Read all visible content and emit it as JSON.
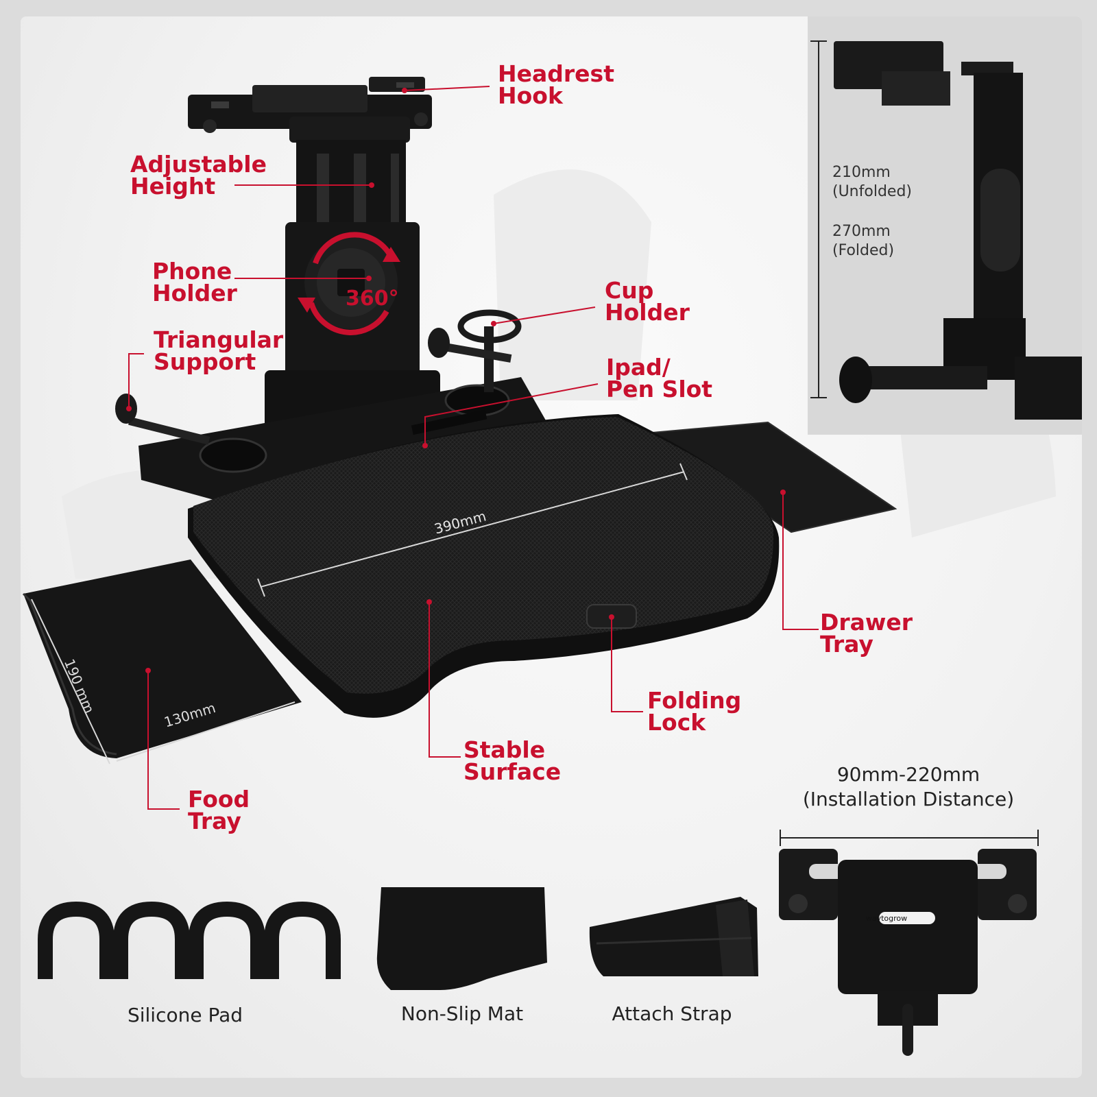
{
  "callouts": {
    "headrest_hook": [
      "Headrest",
      "Hook"
    ],
    "adjustable_height": [
      "Adjustable",
      "Height"
    ],
    "phone_holder": [
      "Phone",
      "Holder"
    ],
    "cup_holder": [
      "Cup",
      "Holder"
    ],
    "triangular_support": [
      "Triangular",
      "Support"
    ],
    "ipad_pen_slot": [
      "Ipad/",
      "Pen Slot"
    ],
    "drawer_tray": [
      "Drawer",
      "Tray"
    ],
    "folding_lock": [
      "Folding",
      "Lock"
    ],
    "stable_surface": [
      "Stable",
      "Surface"
    ],
    "food_tray": [
      "Food",
      "Tray"
    ]
  },
  "rotation_label": "360°",
  "dimensions": {
    "tray_width": "390mm",
    "food_tray_depth": "190 mm",
    "food_tray_width": "130mm",
    "height_unfolded": [
      "210mm",
      "(Unfolded)"
    ],
    "height_folded": [
      "270mm",
      "(Folded)"
    ],
    "installation": [
      "90mm-220mm",
      "(Installation Distance)"
    ]
  },
  "brand": "waytogrow",
  "accessories": {
    "silicone_pad": "Silicone Pad",
    "non_slip_mat": "Non-Slip Mat",
    "attach_strap": "Attach Strap"
  },
  "colors": {
    "accent": "#c8102e",
    "product": "#141414",
    "background": "#f2f2f2"
  }
}
